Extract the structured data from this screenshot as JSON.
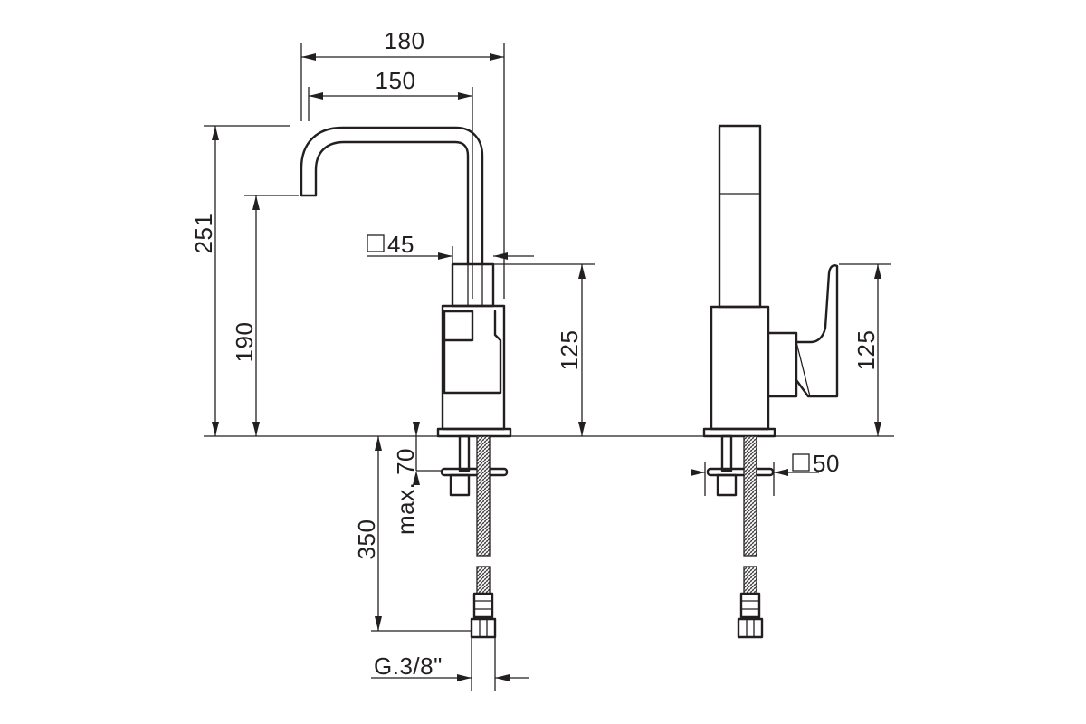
{
  "dimensions": {
    "total_reach": "180",
    "spout_reach": "150",
    "total_height": "251",
    "spout_height": "190",
    "body_height_front": "125",
    "body_height_side": "125",
    "body_square": "45",
    "base_square": "50",
    "max_counter_thickness": "max. 70",
    "hose_length": "350",
    "thread": "G.3/8\""
  }
}
